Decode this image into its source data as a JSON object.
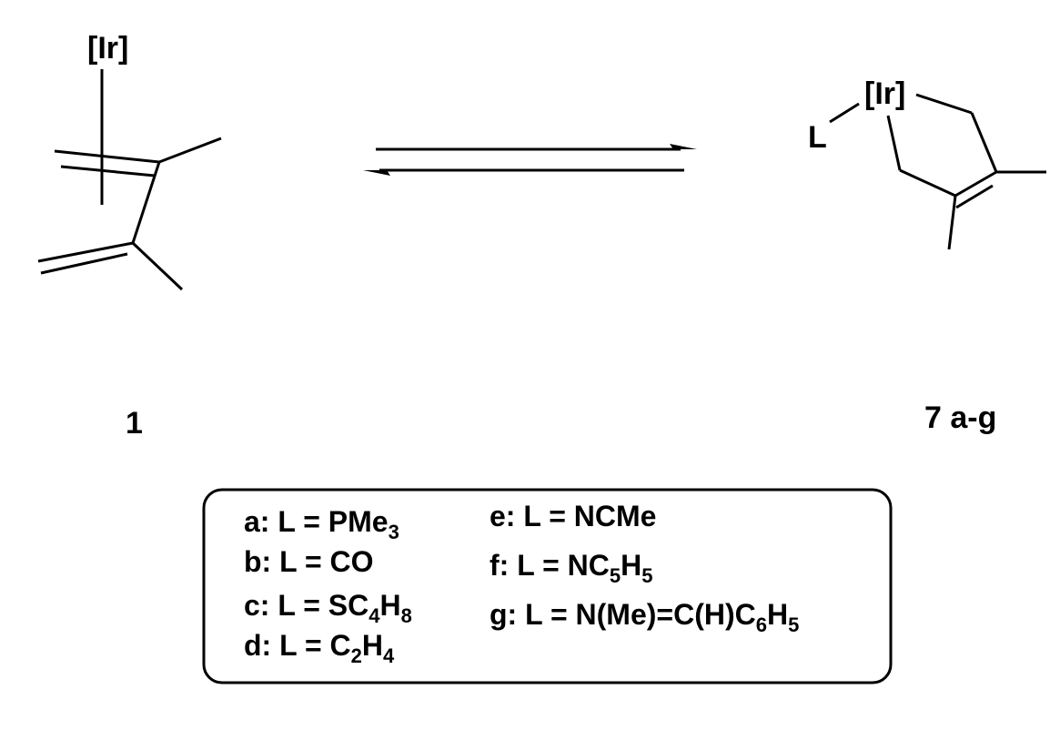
{
  "reactant": {
    "metal_label": "[Ir]",
    "compound_number": "1"
  },
  "product": {
    "metal_label": "[Ir]",
    "ligand_label": "L",
    "compound_number": "7 a-g"
  },
  "legend": {
    "a": {
      "prefix": "a: L = PMe",
      "sub1": "3"
    },
    "b": {
      "text": "b: L = CO"
    },
    "c": {
      "prefix": "c: L = SC",
      "sub1": "4",
      "mid": "H",
      "sub2": "8"
    },
    "d": {
      "prefix": "d: L = C",
      "sub1": "2",
      "mid": "H",
      "sub2": "4"
    },
    "e": {
      "text": "e: L = NCMe"
    },
    "f": {
      "prefix": "f:  L = NC",
      "sub1": "5",
      "mid": "H",
      "sub2": "5"
    },
    "g": {
      "prefix": "g: L = N(Me)=C(H)C",
      "sub1": "6",
      "mid": "H",
      "sub2": "5"
    }
  }
}
